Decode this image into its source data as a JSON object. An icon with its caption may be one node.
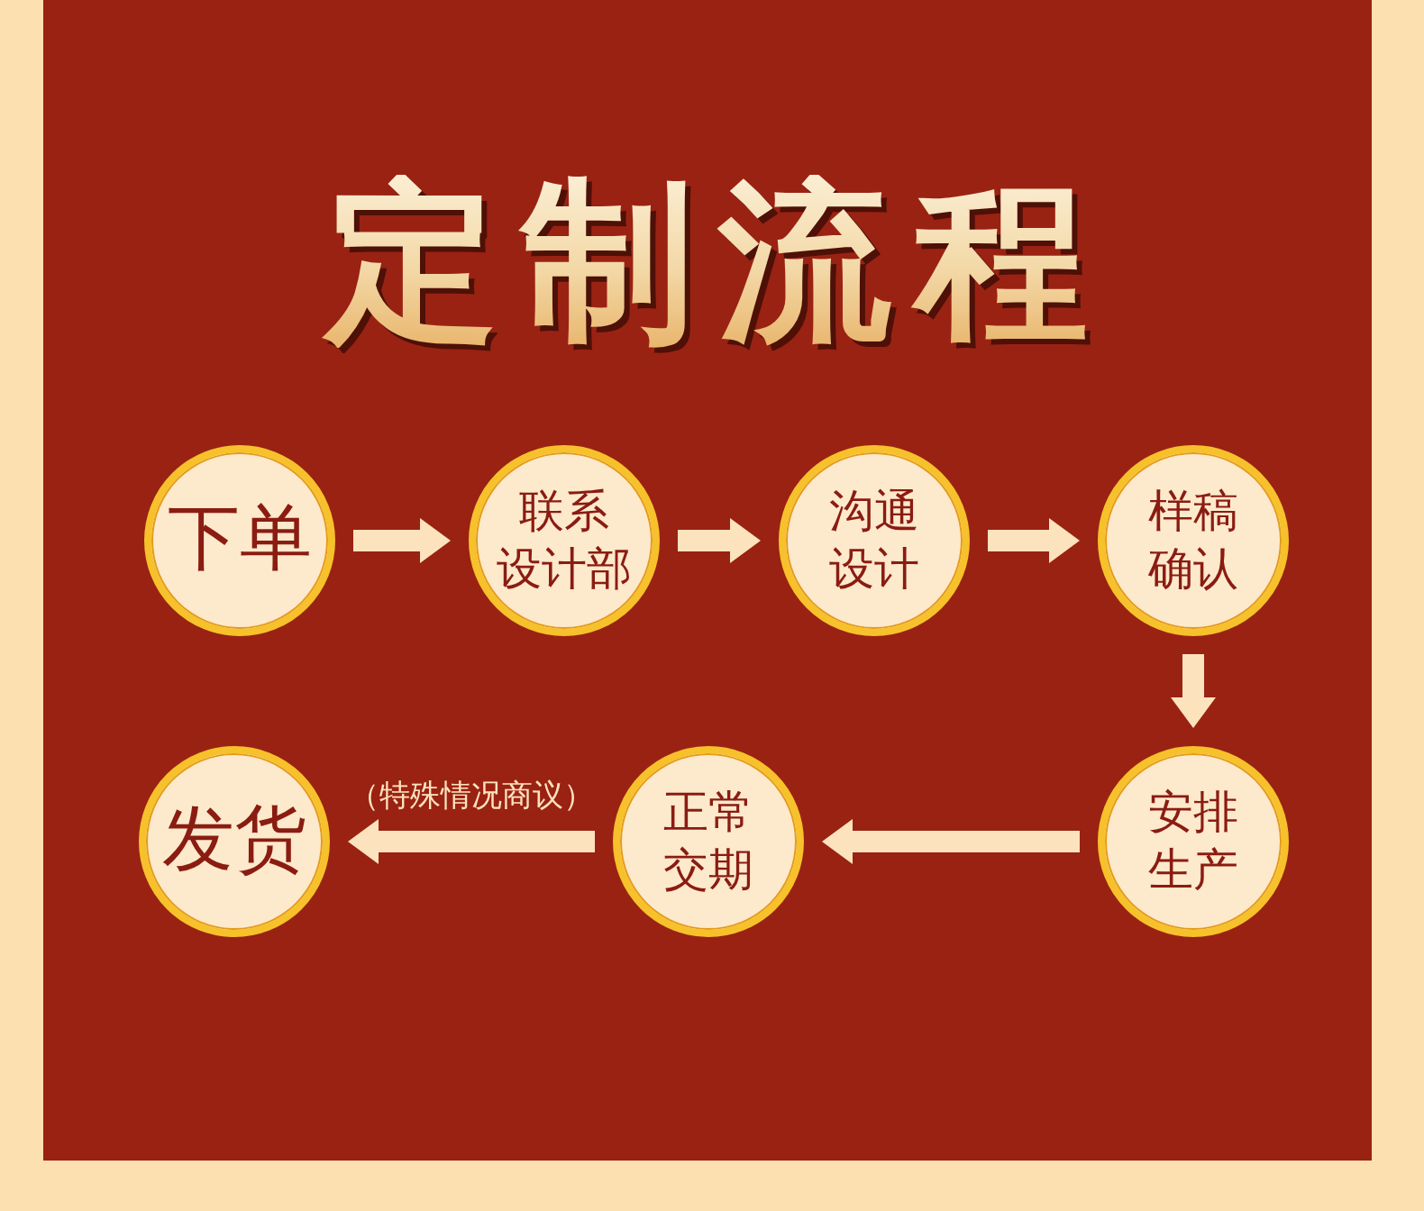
{
  "diagram": {
    "title": "定制流程",
    "nodes": [
      {
        "text": [
          "下单"
        ]
      },
      {
        "text": [
          "联系设计部"
        ]
      },
      {
        "text": [
          "沟通设计"
        ]
      },
      {
        "text": [
          "样稿确认"
        ]
      },
      {
        "text": [
          "安排生产"
        ]
      },
      {
        "text": [
          "正常交期"
        ]
      },
      {
        "text": [
          "发货"
        ]
      }
    ],
    "edges": [
      {
        "from": 0,
        "to": 1,
        "arrow": "to"
      },
      {
        "from": 1,
        "to": 2,
        "arrow": "to"
      },
      {
        "from": 2,
        "to": 3,
        "arrow": "to"
      },
      {
        "from": 3,
        "to": 4,
        "arrow": "to"
      },
      {
        "from": 4,
        "to": 5,
        "arrow": "to"
      },
      {
        "from": 5,
        "to": 6,
        "arrow": "to",
        "label": "（特殊情况商议）"
      }
    ]
  }
}
